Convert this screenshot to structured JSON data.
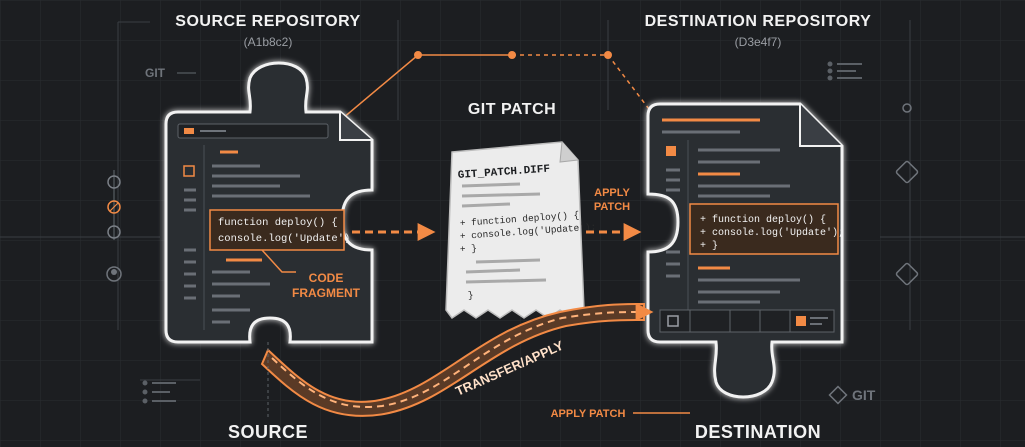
{
  "source": {
    "title": "SOURCE REPOSITORY",
    "hash": "(A1b8c2)",
    "bottom_label": "SOURCE",
    "code_line1": "function deploy() {",
    "code_line2": "  console.log('Update')",
    "callout_line1": "CODE",
    "callout_line2": "FRAGMENT"
  },
  "destination": {
    "title": "DESTINATION REPOSITORY",
    "hash": "(D3e4f7)",
    "bottom_label": "DESTINATION",
    "code_line1": "+ function deploy() {",
    "code_line2": "+     console.log('Update');",
    "code_line3": "+ }"
  },
  "patch": {
    "title": "GIT PATCH",
    "filename": "GIT_PATCH.DIFF",
    "line1": "+ function deploy() {",
    "line2": "+   console.log('Update');",
    "line3": "+ }",
    "line4": "}"
  },
  "arrows": {
    "apply_line1": "APPLY",
    "apply_line2": "PATCH",
    "transfer": "TRANSFER/APPLY",
    "apply_bottom": "APPLY PATCH"
  },
  "decor": {
    "git_left": "GIT",
    "git_right": "GIT"
  },
  "colors": {
    "accent": "#f28a45",
    "background": "#1c1e21",
    "panel": "#2b2e33",
    "outline": "#f2f2f2"
  }
}
